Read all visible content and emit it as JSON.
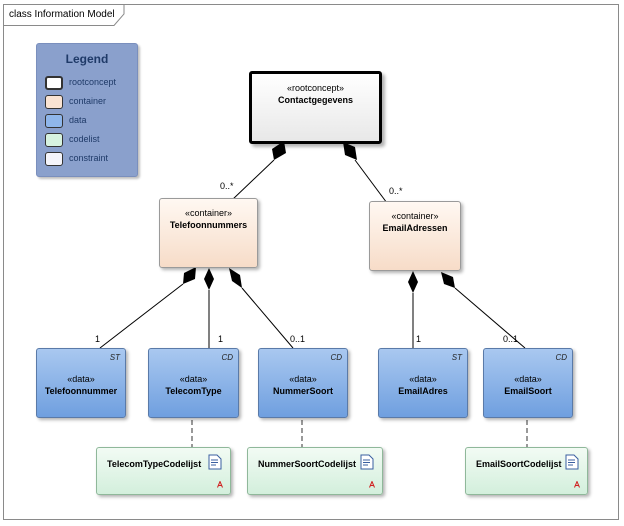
{
  "title": "class Information Model",
  "legend": {
    "title": "Legend",
    "items": [
      {
        "label": "rootconcept",
        "color": "#ffffff"
      },
      {
        "label": "container",
        "color": "#f9e3d3"
      },
      {
        "label": "data",
        "color": "#8fb6ea"
      },
      {
        "label": "codelist",
        "color": "#d6f2df"
      },
      {
        "label": "constraint",
        "color": "#f4f4fa"
      }
    ]
  },
  "nodes": {
    "contactgegevens": {
      "stereotype": "«rootconcept»",
      "name": "Contactgegevens"
    },
    "telefoonnummers": {
      "stereotype": "«container»",
      "name": "Telefoonnummers"
    },
    "emailadressen": {
      "stereotype": "«container»",
      "name": "EmailAdressen"
    },
    "telefoonnummer": {
      "stereotype": "«data»",
      "name": "Telefoonnummer",
      "tag": "ST"
    },
    "telecomtype": {
      "stereotype": "«data»",
      "name": "TelecomType",
      "tag": "CD"
    },
    "nummersoort": {
      "stereotype": "«data»",
      "name": "NummerSoort",
      "tag": "CD"
    },
    "emailadres": {
      "stereotype": "«data»",
      "name": "EmailAdres",
      "tag": "ST"
    },
    "emailsoort": {
      "stereotype": "«data»",
      "name": "EmailSoort",
      "tag": "CD"
    },
    "telecomtypecodelijst": {
      "name": "TelecomTypeCodelijst"
    },
    "nummersoortcodelijst": {
      "name": "NummerSoortCodelijst"
    },
    "emailsoortcodelijst": {
      "name": "EmailSoortCodelijst"
    }
  },
  "multiplicities": {
    "telefoonnummers": "0..*",
    "emailadressen": "0..*",
    "telefoonnummer": "1",
    "telecomtype": "1",
    "nummersoort": "0..1",
    "emailadres": "1",
    "emailsoort": "0..1"
  }
}
